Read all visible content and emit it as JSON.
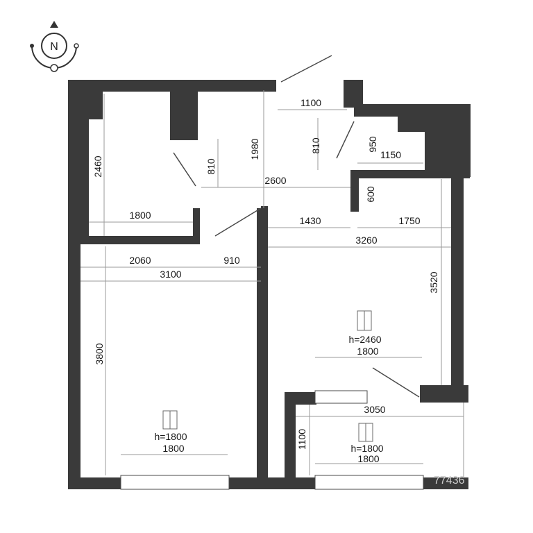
{
  "compass": {
    "label": "N"
  },
  "dimensions": {
    "d1100_top": "1100",
    "d810_right": "810",
    "d950": "950",
    "d1150": "1150",
    "d1980": "1980",
    "d2460_left": "2460",
    "d810_left": "810",
    "d2600": "2600",
    "d600": "600",
    "d1800_room": "1800",
    "d1430": "1430",
    "d1750": "1750",
    "d3260": "3260",
    "d2060": "2060",
    "d910": "910",
    "d3100": "3100",
    "d3520": "3520",
    "d3800": "3800",
    "d1800_win_right": "1800",
    "d3050": "3050",
    "d1100_balcony": "1100",
    "d1800_win_left": "1800",
    "d1800_win_balcony": "1800"
  },
  "windows": {
    "right_room_h": "h=2460",
    "left_room_h": "h=1800",
    "balcony_h": "h=1800"
  },
  "watermark": "77436"
}
